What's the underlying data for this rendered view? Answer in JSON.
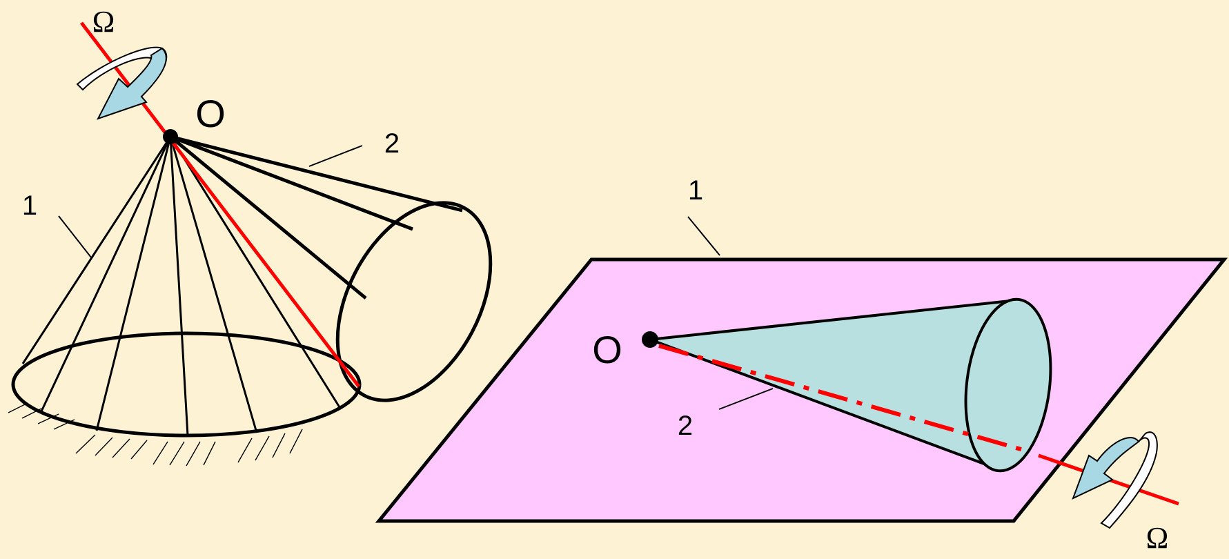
{
  "left_figure": {
    "vertex_label": "O",
    "label_fixed_cone": "1",
    "label_moving_cone": "2",
    "omega_label": "Ω"
  },
  "right_figure": {
    "vertex_label": "O",
    "label_plane": "1",
    "label_cone": "2",
    "omega_label": "Ω"
  },
  "colors": {
    "background": "#fdf3d4",
    "plane_fill": "#ffc8ff",
    "cone_fill": "#b9e0e0",
    "axis_red": "#ff0000",
    "arrow_fill": "#a7d8e3",
    "line": "#000000"
  }
}
